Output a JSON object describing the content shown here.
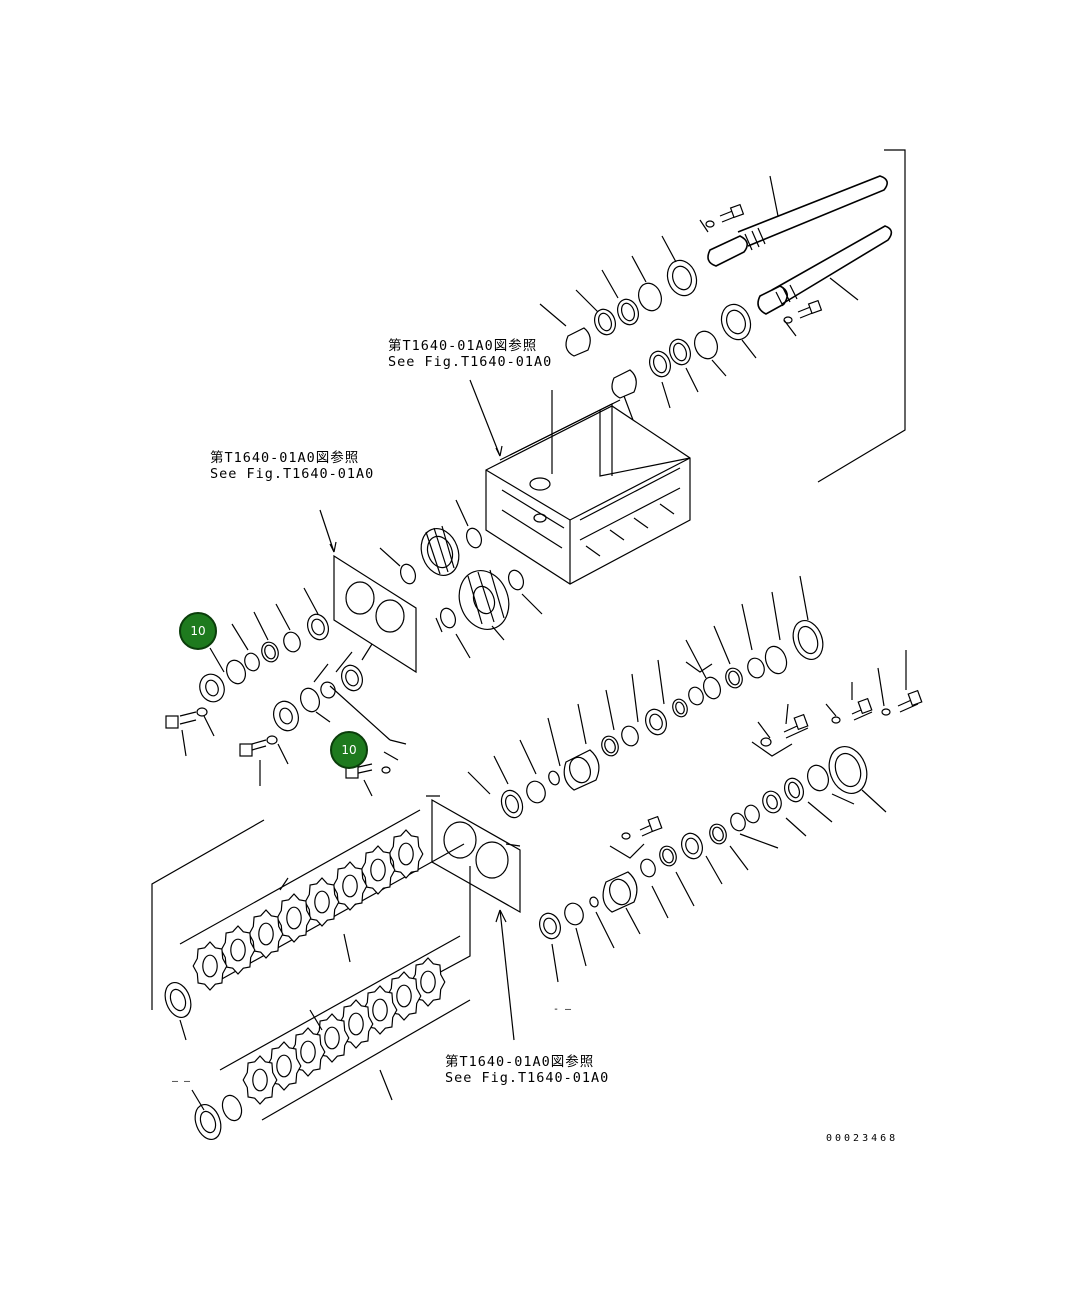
{
  "references": [
    {
      "jp": "第T1640-01A0図参照",
      "en": "See Fig.T1640-01A0"
    },
    {
      "jp": "第T1640-01A0図参照",
      "en": "See Fig.T1640-01A0"
    },
    {
      "jp": "第T1640-01A0図参照",
      "en": "See Fig.T1640-01A0"
    }
  ],
  "callouts": [
    {
      "label": "10",
      "color": "#1e7a1e"
    },
    {
      "label": "10",
      "color": "#1e7a1e"
    }
  ],
  "drawing_code": "00023468",
  "dash_marks": [
    "- –",
    "– –"
  ]
}
